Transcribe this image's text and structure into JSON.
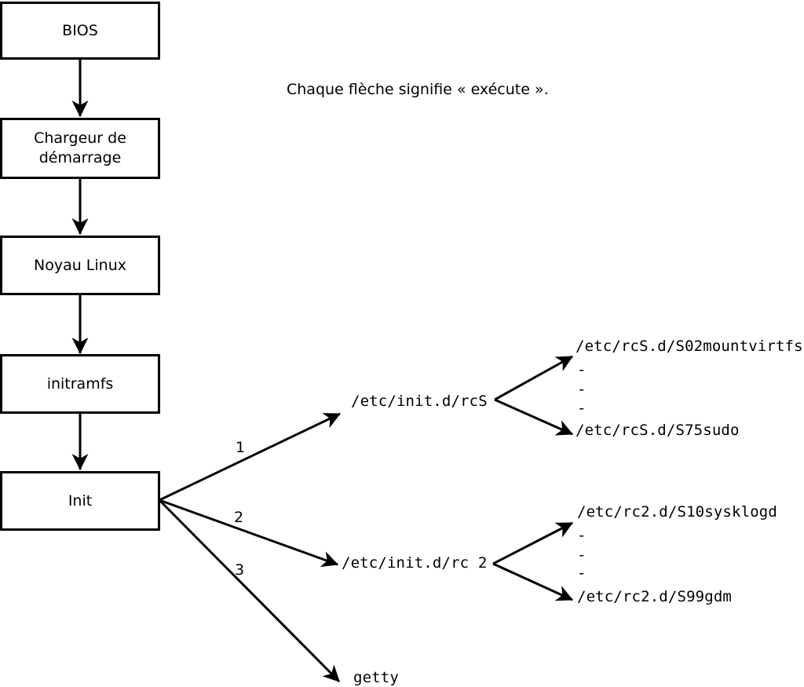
{
  "colors": {
    "background": "#ffffff",
    "ink": "#000000"
  },
  "caption": "Chaque flèche signifie « exécute ».",
  "boxes": {
    "bios": "BIOS",
    "bootloader": "Chargeur de démarrage",
    "kernel": "Noyau Linux",
    "initramfs": "initramfs",
    "init": "Init"
  },
  "branch_labels": {
    "b1": "1",
    "b2": "2",
    "b3": "3"
  },
  "scripts": {
    "rcS": "/etc/init.d/rcS",
    "rc2": "/etc/init.d/rc 2",
    "getty": "getty"
  },
  "rcS_dir": {
    "first": "/etc/rcS.d/S02mountvirtfs",
    "dots": [
      "-",
      "-",
      "-"
    ],
    "last": "/etc/rcS.d/S75sudo"
  },
  "rc2_dir": {
    "first": "/etc/rc2.d/S10sysklogd",
    "dots": [
      "-",
      "-",
      "-"
    ],
    "last": "/etc/rc2.d/S99gdm"
  }
}
